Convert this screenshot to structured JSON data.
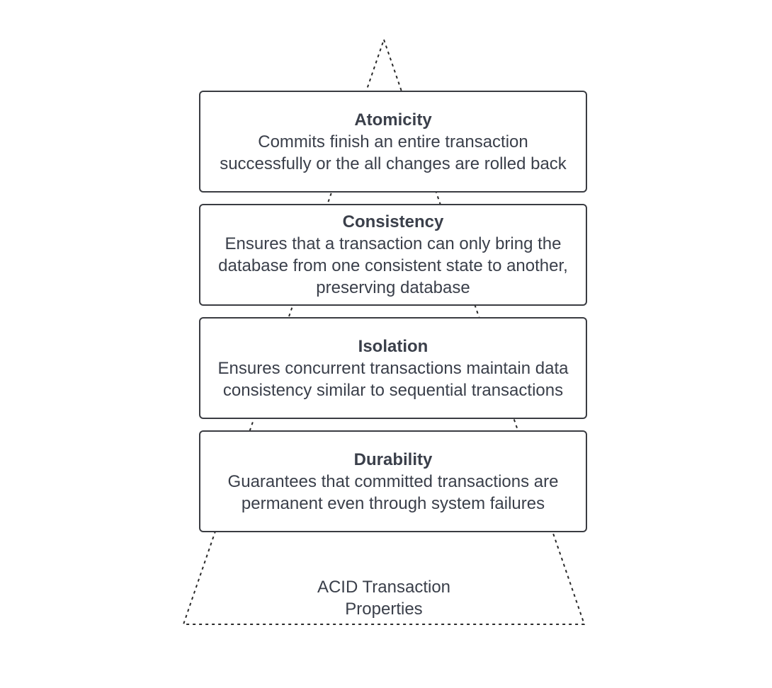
{
  "diagram": {
    "layers": [
      {
        "title": "Atomicity",
        "description": "Commits finish an entire transaction successfully or the all changes are rolled back"
      },
      {
        "title": "Consistency",
        "description": "Ensures that a transaction can only bring the database from one consistent state to another, preserving database"
      },
      {
        "title": "Isolation",
        "description": "Ensures concurrent transactions maintain data consistency similar to sequential transactions"
      },
      {
        "title": "Durability",
        "description": "Guarantees that committed transactions are permanent even through system failures"
      }
    ],
    "footer_label": {
      "line1": "ACID Transaction",
      "line2": "Properties"
    },
    "colors": {
      "text": "#3a3f4a",
      "box_border": "#3a3c42",
      "outline": "#2b2b2b"
    }
  }
}
